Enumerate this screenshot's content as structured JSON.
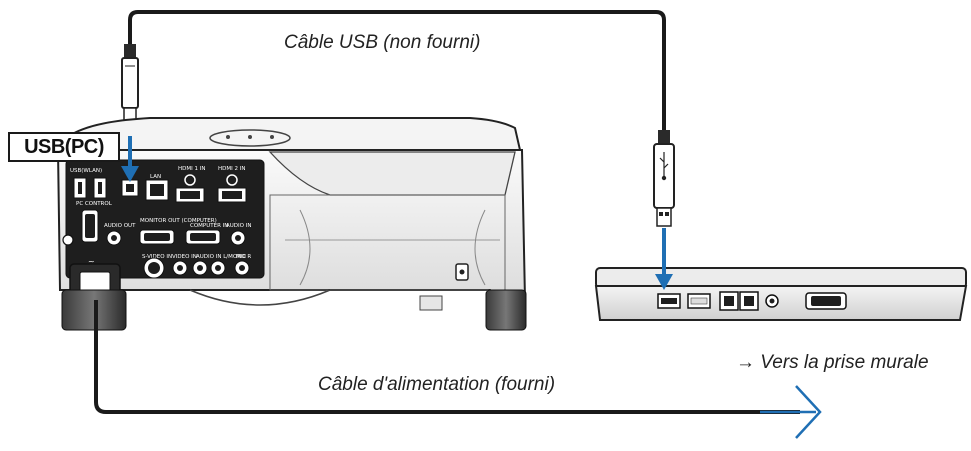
{
  "labels": {
    "usb_cable": "Câble USB (non fourni)",
    "power_cable": "Câble d'alimentation (fourni)",
    "wall_outlet": "→ Vers la prise murale",
    "usb_pc_port": "USB(PC)"
  },
  "projector_panel_labels": {
    "usb_wlan": "USB(WLAN)",
    "usb_pc": "USB(PC)",
    "lan": "LAN",
    "hdmi1_in": "HDMI 1 IN",
    "hdmi2_in": "HDMI 2 IN",
    "pc_control": "PC CONTROL",
    "audio_out": "AUDIO OUT",
    "monitor_out": "MONITOR OUT (COMPUTER)",
    "computer_in": "COMPUTER IN",
    "audio_in": "AUDIO IN",
    "svideo_in": "S-VIDEO IN",
    "video_in": "VIDEO IN",
    "audio_in_lmono": "AUDIO IN L/MONO R",
    "mic": "MIC"
  },
  "colors": {
    "cable": "#1a1a1a",
    "arrow_blue": "#1f6fb4",
    "body_gray": "#f2f2f2",
    "panel_dark": "#1e1e1e"
  }
}
